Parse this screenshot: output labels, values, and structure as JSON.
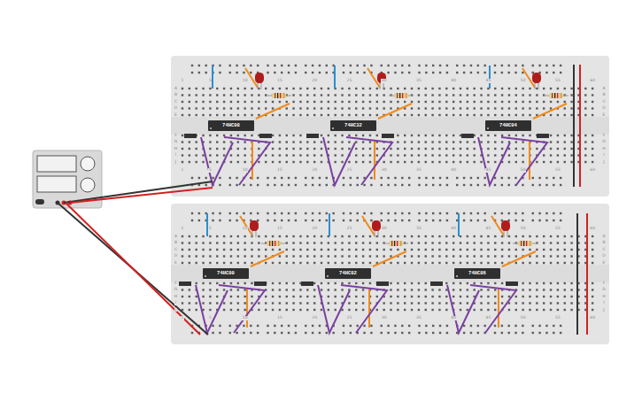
{
  "diagram": {
    "nodes": [
      {
        "text": [
          "74HC08"
        ]
      },
      {
        "text": [
          "74HC32"
        ]
      },
      {
        "text": [
          "74HC04"
        ]
      },
      {
        "text": [
          "74HC00"
        ]
      },
      {
        "text": [
          "74HC02"
        ]
      },
      {
        "text": [
          "74HC86"
        ]
      }
    ],
    "labels": [
      "1",
      "5",
      "10",
      "15",
      "20",
      "25",
      "30",
      "35",
      "40",
      "45",
      "50",
      "55",
      "60",
      "1",
      "5",
      "10",
      "15",
      "20",
      "25",
      "30",
      "35",
      "40",
      "45",
      "50",
      "55",
      "60",
      "A",
      "B",
      "C",
      "D",
      "E",
      "F",
      "G",
      "H",
      "I",
      "J",
      "A",
      "B",
      "C",
      "D",
      "E",
      "F",
      "G",
      "H",
      "I",
      "J",
      "1",
      "5",
      "10",
      "15",
      "20",
      "25",
      "30",
      "35",
      "40",
      "45",
      "50",
      "55",
      "60",
      "1",
      "5",
      "10",
      "15",
      "20",
      "25",
      "30",
      "35",
      "40",
      "45",
      "50",
      "55",
      "60",
      "A",
      "B",
      "C",
      "D",
      "E",
      "F",
      "G",
      "H",
      "I",
      "J",
      "A",
      "B",
      "C",
      "D",
      "E",
      "F",
      "G",
      "H",
      "I",
      "J"
    ]
  }
}
